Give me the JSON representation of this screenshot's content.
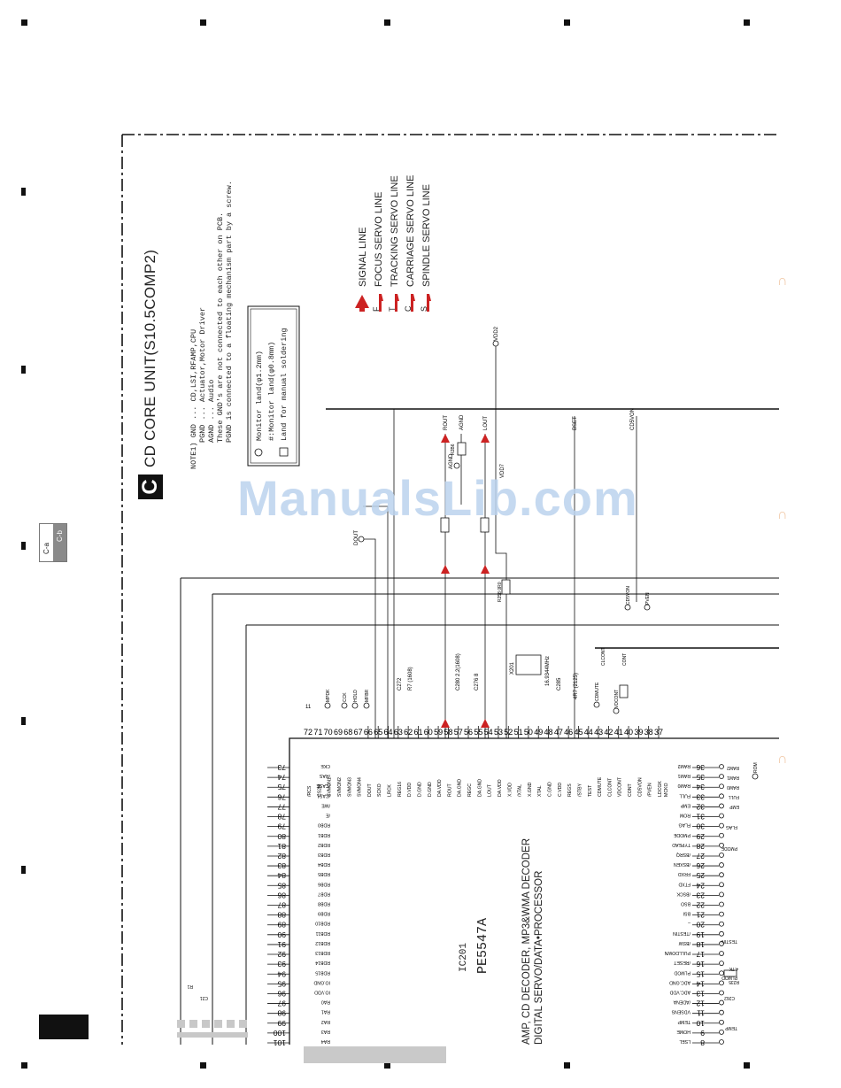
{
  "section": {
    "letter": "C",
    "title": "CD CORE UNIT(S10.5COMP2)"
  },
  "tabs": {
    "left": "C-a",
    "right": "C-b"
  },
  "watermark": "ManualsLib.com",
  "notes": {
    "l1": "NOTE1)  GND    ... CD,LSI,RFAMP,CPU",
    "l2": "PGND   ... Actuator,Motor Driver",
    "l3": "AGND   ... Audio",
    "l4": "These GND's are not connected to each other on PCB.",
    "l5": "PGND is connected to a floating mechanism part by a screw."
  },
  "legend_box": {
    "monitor_large": "Monitor land(φ1.2mm)",
    "monitor_small": "#:Monitor land(φ0.8mm)",
    "manual_solder": "Land for manual soldering"
  },
  "servo_legend": [
    {
      "code": "",
      "label": "SIGNAL LINE"
    },
    {
      "code": "F",
      "label": "FOCUS SERVO LINE"
    },
    {
      "code": "T",
      "label": "TRACKING SERVO LINE"
    },
    {
      "code": "C",
      "label": "CARRIAGE SERVO LINE"
    },
    {
      "code": "S",
      "label": "SPINDLE SERVO LINE"
    }
  ],
  "ic": {
    "ref": "IC201",
    "part": "PE5547A",
    "desc1": "AMP, CD DECODER, MP3&WMA DECODER",
    "desc2": "DIGITAL SERVO/DATA•PROCESSOR"
  },
  "top_pins": [
    {
      "n": "72",
      "name": "/RCS"
    },
    {
      "n": "71",
      "name": "CS2M"
    },
    {
      "n": "70",
      "name": "SVMON1"
    },
    {
      "n": "69",
      "name": "SVMON2"
    },
    {
      "n": "68",
      "name": "SVMON3"
    },
    {
      "n": "67",
      "name": "SVMON4"
    },
    {
      "n": "66",
      "name": "DOUT"
    },
    {
      "n": "65",
      "name": "SCKO"
    },
    {
      "n": "64",
      "name": "LRCK"
    },
    {
      "n": "63",
      "name": "REG16"
    },
    {
      "n": "62",
      "name": "D.VDD"
    },
    {
      "n": "61",
      "name": "D.GND"
    },
    {
      "n": "60",
      "name": "D.GND"
    },
    {
      "n": "59",
      "name": "DA.VDD"
    },
    {
      "n": "58",
      "name": "ROUT"
    },
    {
      "n": "57",
      "name": "DA.GND"
    },
    {
      "n": "56",
      "name": "REGC"
    },
    {
      "n": "55",
      "name": "DA.GND"
    },
    {
      "n": "54",
      "name": "LOUT"
    },
    {
      "n": "53",
      "name": "DA.VDD"
    },
    {
      "n": "52",
      "name": "X.VDD"
    },
    {
      "n": "51",
      "name": "/XTAL"
    },
    {
      "n": "50",
      "name": "X.GND"
    },
    {
      "n": "49",
      "name": "XTAL"
    },
    {
      "n": "48",
      "name": "C.GND"
    },
    {
      "n": "47",
      "name": "C.VDD"
    },
    {
      "n": "46",
      "name": "REGS"
    },
    {
      "n": "45",
      "name": "/STBY"
    },
    {
      "n": "44",
      "name": "TEST"
    },
    {
      "n": "43",
      "name": "CDMUTE"
    },
    {
      "n": "42",
      "name": "CLCONT"
    },
    {
      "n": "41",
      "name": "VDCONT"
    },
    {
      "n": "40",
      "name": "CONT"
    },
    {
      "n": "39",
      "name": "CD5VON"
    },
    {
      "n": "38",
      "name": "/PVEN"
    },
    {
      "n": "37",
      "name": "LDCGK"
    }
  ],
  "top_extra_label": "MCKO",
  "left_pins": [
    {
      "n": "73",
      "name": "CKE"
    },
    {
      "n": "74",
      "name": "/RAS"
    },
    {
      "n": "75",
      "name": "/CASE"
    },
    {
      "n": "76",
      "name": "/CAS1"
    },
    {
      "n": "77",
      "name": "/WE"
    },
    {
      "n": "78",
      "name": "/E"
    },
    {
      "n": "79",
      "name": "RDB0"
    },
    {
      "n": "80",
      "name": "RDB1"
    },
    {
      "n": "81",
      "name": "RDB2"
    },
    {
      "n": "82",
      "name": "RDB3"
    },
    {
      "n": "83",
      "name": "RDB4"
    },
    {
      "n": "84",
      "name": "RDB5"
    },
    {
      "n": "85",
      "name": "RDB6"
    },
    {
      "n": "86",
      "name": "RDB7"
    },
    {
      "n": "87",
      "name": "RDB8"
    },
    {
      "n": "88",
      "name": "RDB9"
    },
    {
      "n": "89",
      "name": "RDB10"
    },
    {
      "n": "90",
      "name": "RDB11"
    },
    {
      "n": "91",
      "name": "RDB12"
    },
    {
      "n": "92",
      "name": "RDB13"
    },
    {
      "n": "93",
      "name": "RDB14"
    },
    {
      "n": "94",
      "name": "RDB15"
    },
    {
      "n": "95",
      "name": "IO.GND"
    },
    {
      "n": "96",
      "name": "IO.VDD"
    },
    {
      "n": "97",
      "name": "RA0"
    },
    {
      "n": "98",
      "name": "RA1"
    },
    {
      "n": "99",
      "name": "RA2"
    },
    {
      "n": "100",
      "name": "RA3"
    },
    {
      "n": "101",
      "name": "RA4"
    }
  ],
  "right_pins": [
    {
      "n": "36",
      "name": "RAM2"
    },
    {
      "n": "35",
      "name": "RAM1"
    },
    {
      "n": "34",
      "name": "RAM0"
    },
    {
      "n": "33",
      "name": "FULL"
    },
    {
      "n": "32",
      "name": "EMP"
    },
    {
      "n": "31",
      "name": "ROM"
    },
    {
      "n": "30",
      "name": "FLAG"
    },
    {
      "n": "29",
      "name": "PMODE"
    },
    {
      "n": "28",
      "name": "TYPEAD"
    },
    {
      "n": "27",
      "name": "/BSRQ"
    },
    {
      "n": "26",
      "name": "/BSXEN"
    },
    {
      "n": "25",
      "name": "FRXD"
    },
    {
      "n": "24",
      "name": "FTXD"
    },
    {
      "n": "23",
      "name": "/BSCK"
    },
    {
      "n": "22",
      "name": "BSO"
    },
    {
      "n": "21",
      "name": "BSI"
    },
    {
      "n": "20",
      "name": "–"
    },
    {
      "n": "19",
      "name": "/TESTIN"
    },
    {
      "n": "18",
      "name": "/BSW"
    },
    {
      "n": "17",
      "name": "PULLDOWN"
    },
    {
      "n": "16",
      "name": "/RESET"
    },
    {
      "n": "15",
      "name": "PLMOD"
    },
    {
      "n": "14",
      "name": "ADC.GND"
    },
    {
      "n": "13",
      "name": "ADC.VDD"
    },
    {
      "n": "12",
      "name": "/ADENA"
    },
    {
      "n": "11",
      "name": "VDSENS"
    },
    {
      "n": "10",
      "name": "TEMP"
    },
    {
      "n": "9",
      "name": "HOME"
    },
    {
      "n": "8",
      "name": "LSEL"
    }
  ],
  "net_labels": {
    "vdd2": "VDD2",
    "rout": "ROUT",
    "agnd": "AGND",
    "lout": "LOUT",
    "bset": "BSET",
    "cd5von": "CD5VON",
    "agnd2": "AGND",
    "vdd7": "VDD7",
    "dout": "DOUT",
    "r9": "R",
    "temp": "TEMP"
  },
  "components": {
    "c272": "C272",
    "r7": "R7 (1608)",
    "c280": "C280 2.2(1608)",
    "c276": "C276 8",
    "x201": "X201",
    "freq": "16.9344MHz",
    "c285": "C285",
    "c285v": "4R7 (2125)",
    "r2b6": "R2B6",
    "r258": "R258 0R0",
    "cdmute": "CDMUTE",
    "clcont": "CLCONT",
    "vdcont": "VDCONT",
    "cont": "CONT",
    "cd5von2": "CD5VON",
    "pven": "PVEN",
    "rom": "ROM",
    "pmode": "PMODE",
    "flag": "FLAG",
    "testin": "TESTIN",
    "plmod": "PLMOD",
    "c262": "C262",
    "c21": "C21",
    "r1": "R1",
    "r235": "R235",
    "r4k": "4.7K",
    "ras": "RAS",
    "ram1": "RAM1",
    "ram0": "RAM0",
    "full": "FULL",
    "emp": "EMP",
    "mpdk": "MPDK",
    "cck": "CCK",
    "hold": "HOLD",
    "mfbr": "MFBR",
    "num11": "11"
  }
}
